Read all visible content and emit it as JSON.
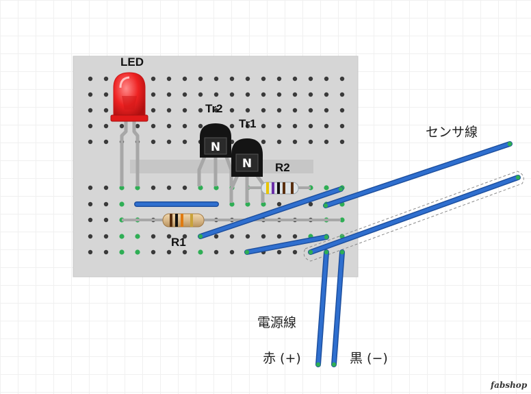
{
  "labels": {
    "led": "LED",
    "tr2": "Tr2",
    "tr1": "Tr1",
    "r2": "R2",
    "r1": "R1",
    "sensor_wire": "センサ線",
    "power_wire": "電源線",
    "red_plus": "赤 (+)",
    "black_minus": "黒 (−)",
    "transistor_type": "N",
    "brand": "fabshop"
  },
  "colors": {
    "board": "#d6d6d6",
    "hole": "#3a3a3a",
    "hole_connected": "#2fae55",
    "wire": "#2f6fcf",
    "wire_edge": "#1d4f9e",
    "lead": "#a7a7a7",
    "led": "#ee2222",
    "transistor": "#141414",
    "resistor_body": "#d9b98a"
  }
}
